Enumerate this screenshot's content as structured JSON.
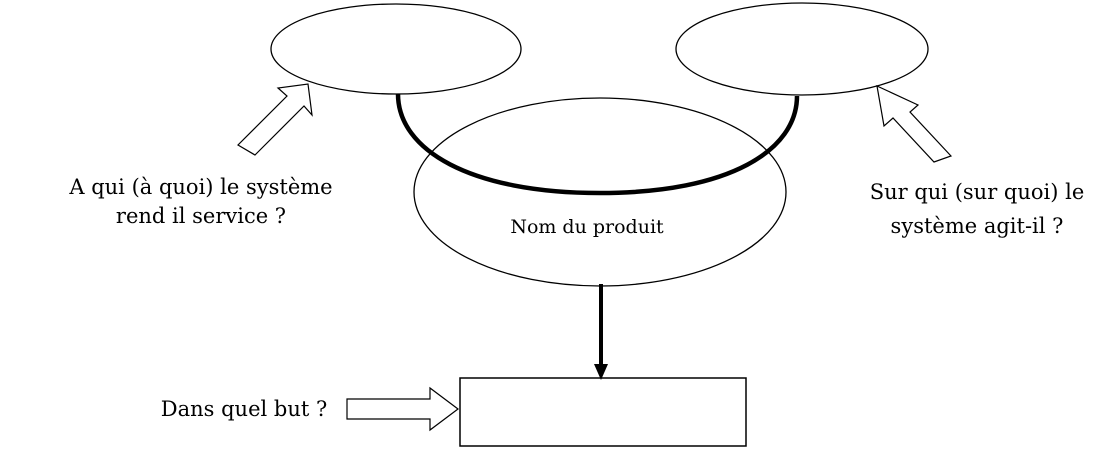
{
  "diagram": {
    "left_question": {
      "line1": "A qui (à quoi) le système",
      "line2": "rend il service ?"
    },
    "right_question": {
      "line1": "Sur qui (sur quoi) le",
      "line2": "système agit-il ?"
    },
    "product_label": "Nom du produit",
    "goal_question": "Dans quel but ?",
    "left_ellipse_text": "",
    "right_ellipse_text": "",
    "goal_box_text": ""
  }
}
